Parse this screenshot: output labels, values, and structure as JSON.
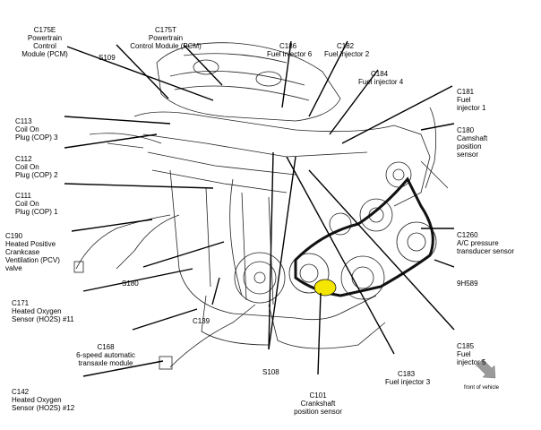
{
  "labels": [
    {
      "key": "c175e",
      "id": "C175E",
      "desc": "Powertrain\nControl\nModule (PCM)"
    },
    {
      "key": "c175t",
      "id": "C175T",
      "desc": "Powertrain\nControl Module (PCM)"
    },
    {
      "key": "s109",
      "id": "S109",
      "desc": ""
    },
    {
      "key": "c186",
      "id": "C186",
      "desc": "Fuel injector 6"
    },
    {
      "key": "c182",
      "id": "C182",
      "desc": "Fuel injector 2"
    },
    {
      "key": "c184",
      "id": "C184",
      "desc": "Fuel injector 4"
    },
    {
      "key": "c181",
      "id": "C181",
      "desc": "Fuel\ninjector 1"
    },
    {
      "key": "c113",
      "id": "C113",
      "desc": "Coil On\nPlug (COP) 3"
    },
    {
      "key": "c180",
      "id": "C180",
      "desc": "Camshaft\nposition\nsensor"
    },
    {
      "key": "c112",
      "id": "C112",
      "desc": "Coil On\nPlug (COP) 2"
    },
    {
      "key": "c111",
      "id": "C111",
      "desc": "Coil On\nPlug (COP) 1"
    },
    {
      "key": "c190",
      "id": "C190",
      "desc": "Heated Positive\nCrankcase\nVentilation (PCV)\nvalve"
    },
    {
      "key": "c1260",
      "id": "C1260",
      "desc": "A/C pressure\ntransducer sensor"
    },
    {
      "key": "s180",
      "id": "S180",
      "desc": ""
    },
    {
      "key": "9h589",
      "id": "9H589",
      "desc": ""
    },
    {
      "key": "c171",
      "id": "C171",
      "desc": "Heated Oxygen\nSensor (HO2S) #11"
    },
    {
      "key": "c139",
      "id": "C139",
      "desc": ""
    },
    {
      "key": "c168",
      "id": "C168",
      "desc": "6-speed automatic\ntransaxle module"
    },
    {
      "key": "c185",
      "id": "C185",
      "desc": "Fuel\ninjector 5"
    },
    {
      "key": "s108",
      "id": "S108",
      "desc": ""
    },
    {
      "key": "c183",
      "id": "C183",
      "desc": "Fuel injector 3"
    },
    {
      "key": "c142",
      "id": "C142",
      "desc": "Heated Oxygen\nSensor (HO2S) #12"
    },
    {
      "key": "c101",
      "id": "C101",
      "desc": "Crankshaft\nposition sensor"
    }
  ],
  "front_arrow_label": "front of vehicle",
  "colors": {
    "highlight": "#f5e600",
    "arrow": "#9a9a9a",
    "line": "#000000"
  }
}
